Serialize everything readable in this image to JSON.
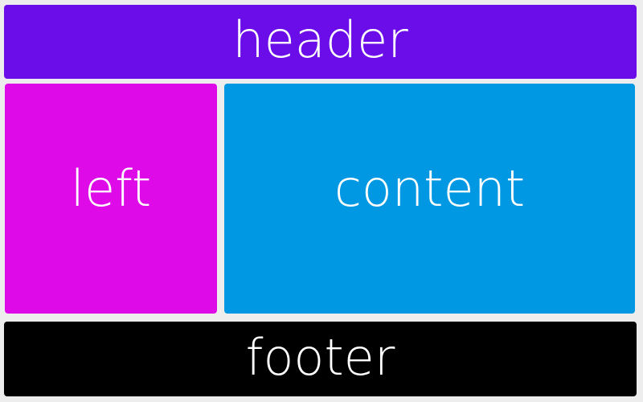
{
  "header": {
    "label": "header",
    "color": "#6a0de8"
  },
  "left": {
    "label": "left",
    "color": "#df0ae8"
  },
  "content": {
    "label": "content",
    "color": "#0098e2"
  },
  "footer": {
    "label": "footer",
    "color": "#000000"
  },
  "background": "#ededed"
}
